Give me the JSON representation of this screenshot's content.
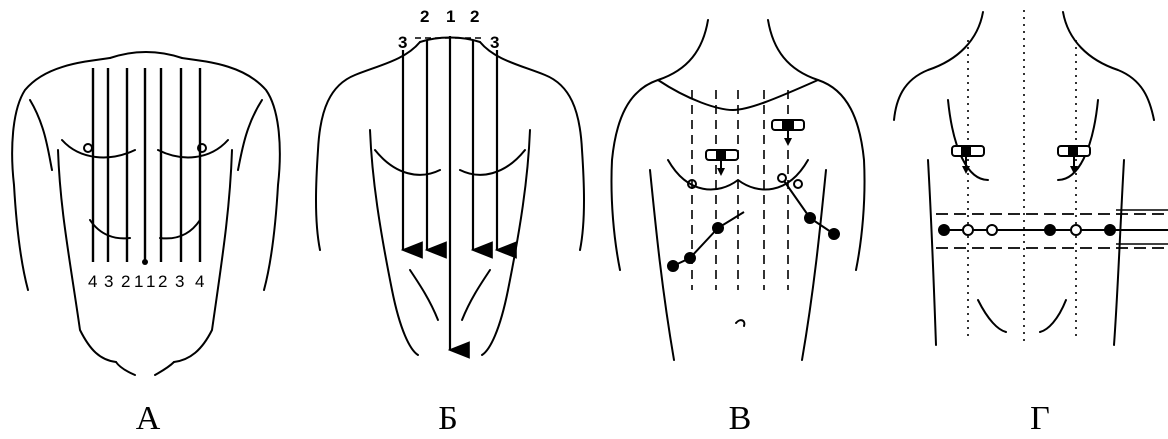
{
  "panels": [
    {
      "caption": "А",
      "line_numbers": [
        "4",
        "3",
        "2",
        "1",
        "1",
        "2",
        "3",
        "4"
      ]
    },
    {
      "caption": "Б",
      "line_numbers_top": [
        "2",
        "1",
        "2"
      ],
      "line_numbers_side": [
        "3",
        "3"
      ]
    },
    {
      "caption": "В"
    },
    {
      "caption": "Г"
    }
  ]
}
